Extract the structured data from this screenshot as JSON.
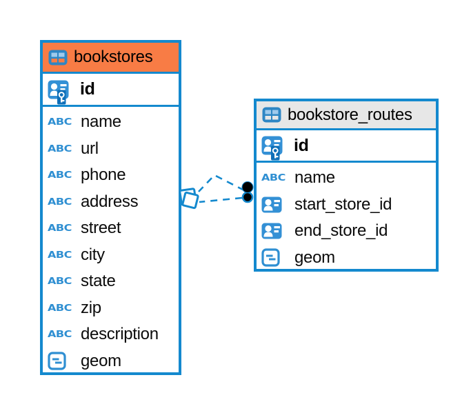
{
  "diagram": {
    "tool": "database-erd-view",
    "tables": [
      {
        "id": "bookstores",
        "title": "bookstores",
        "header_color": "#F87C45",
        "icon": "table-icon",
        "primary_key": {
          "name": "id",
          "icon": "pk-column-icon"
        },
        "columns": [
          {
            "name": "name",
            "icon": "text-column-icon"
          },
          {
            "name": "url",
            "icon": "text-column-icon"
          },
          {
            "name": "phone",
            "icon": "text-column-icon"
          },
          {
            "name": "address",
            "icon": "text-column-icon"
          },
          {
            "name": "street",
            "icon": "text-column-icon"
          },
          {
            "name": "city",
            "icon": "text-column-icon"
          },
          {
            "name": "state",
            "icon": "text-column-icon"
          },
          {
            "name": "zip",
            "icon": "text-column-icon"
          },
          {
            "name": "description",
            "icon": "text-column-icon"
          },
          {
            "name": "geom",
            "icon": "geometry-column-icon"
          }
        ]
      },
      {
        "id": "bookstore_routes",
        "title": "bookstore_routes",
        "header_color": "#E7E7E7",
        "icon": "table-icon",
        "primary_key": {
          "name": "id",
          "icon": "pk-column-icon"
        },
        "columns": [
          {
            "name": "name",
            "icon": "text-column-icon"
          },
          {
            "name": "start_store_id",
            "icon": "fk-column-icon"
          },
          {
            "name": "end_store_id",
            "icon": "fk-column-icon"
          },
          {
            "name": "geom",
            "icon": "geometry-column-icon"
          }
        ]
      }
    ],
    "relationship": {
      "from_table": "bookstores",
      "to_table": "bookstore_routes",
      "line_style": "dashed",
      "line_count": 2,
      "from_marker": "overlapping-diamond-squares",
      "to_marker": "overlapping-filled-circles",
      "color": "#1489CE",
      "marker_fill": "#000000"
    },
    "colors": {
      "border_blue": "#1489CE",
      "header_orange": "#F87C45",
      "header_gray": "#E7E7E7",
      "icon_blue": "#2E86C4",
      "icon_detail_light_blue": "#9FCAEC",
      "icon_key_badge_blue": "#0E6FB8",
      "text_black": "#0B0B0B",
      "background": "#FFFFFF"
    }
  }
}
